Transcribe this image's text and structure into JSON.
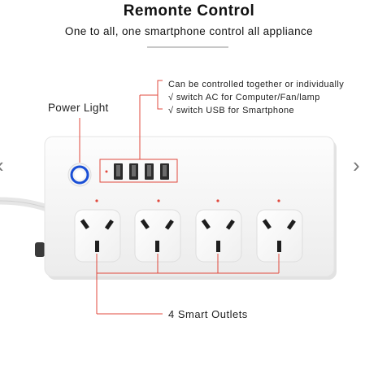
{
  "header": {
    "title": "Remonte Control",
    "subtitle": "One to all, one smartphone control all appliance"
  },
  "callouts": {
    "power_light": "Power Light",
    "features": [
      "Can be controlled together or individually",
      "√ switch AC for Computer/Fan/lamp",
      "√ switch USB for Smartphone"
    ],
    "outlets": "4 Smart Outlets"
  },
  "navigation": {
    "prev_icon": "chevron-left-icon",
    "next_icon": "chevron-right-icon",
    "prev_glyph": "‹",
    "next_glyph": "›"
  },
  "colors": {
    "callout_line": "#e0483c",
    "power_ring": "#1a4fd6",
    "strip_body": "#f7f7f7"
  }
}
